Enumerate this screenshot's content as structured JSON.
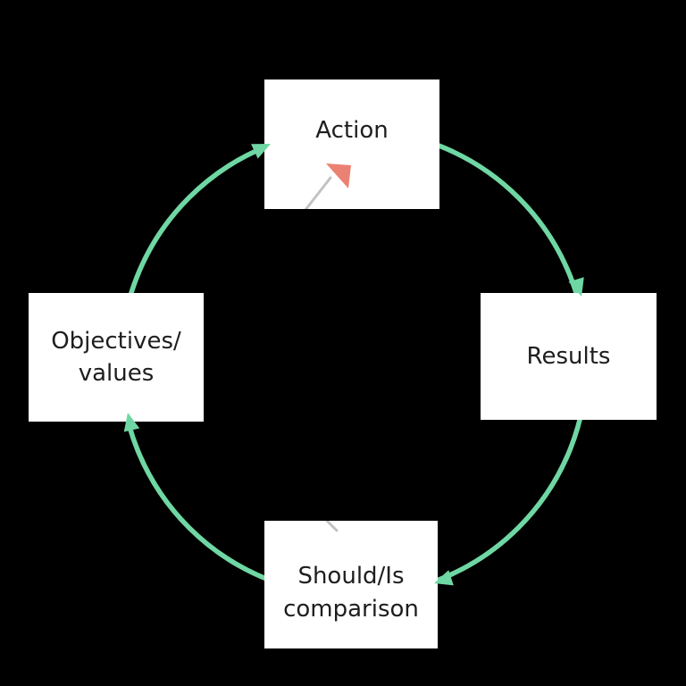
{
  "diagram": {
    "type": "cycle",
    "direction": "clockwise",
    "nodes": [
      {
        "id": "action",
        "label": "Action"
      },
      {
        "id": "results",
        "label": "Results"
      },
      {
        "id": "should-is-comparison",
        "label": "Should/Is\ncomparison"
      },
      {
        "id": "objectives-values",
        "label": "Objectives/\nvalues"
      }
    ],
    "flow": [
      "Action",
      "Results",
      "Should/Is comparison",
      "Objectives/values"
    ],
    "icons": {
      "cycle_arrowheads": "arrowhead-icon",
      "pointer": "needle-arrow-icon"
    },
    "colors": {
      "background": "#000000",
      "box": "#ffffff",
      "text": "#1e1e1e",
      "arrow": "#6fd7a3",
      "pointer": "#eb8173",
      "pointer_line": "rgba(0,0,0,0.24)"
    }
  }
}
